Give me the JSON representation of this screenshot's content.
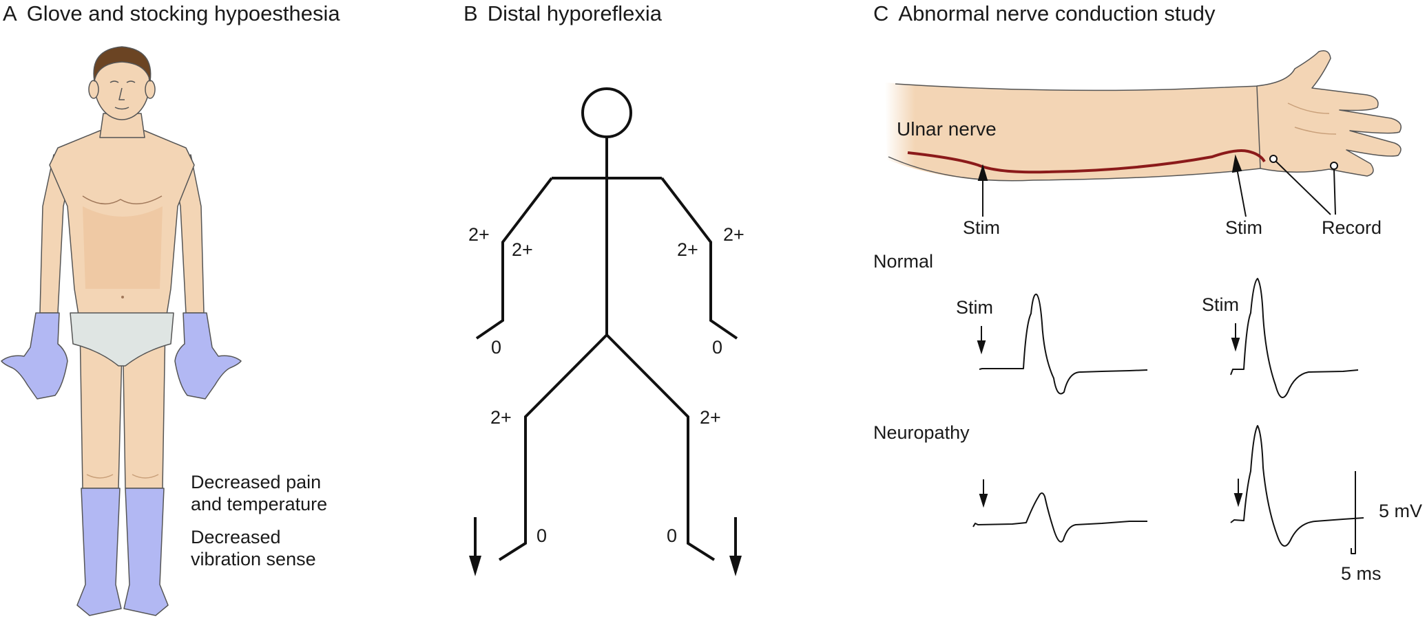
{
  "panels": {
    "a": {
      "letter": "A",
      "title": "Glove and stocking hypoesthesia",
      "caption_pain": "Decreased pain\nand temperature",
      "caption_vibration": "Decreased\nvibration sense"
    },
    "b": {
      "letter": "B",
      "title": "Distal hyporeflexia",
      "grades": {
        "biceps_left": "2+",
        "triceps_left": "2+",
        "triceps_right": "2+",
        "biceps_right": "2+",
        "wrist_left": "0",
        "wrist_right": "0",
        "knee_left": "2+",
        "knee_right": "2+",
        "ankle_left": "0",
        "ankle_right": "0"
      }
    },
    "c": {
      "letter": "C",
      "title": "Abnormal nerve conduction study",
      "nerve_label": "Ulnar nerve",
      "stim_label": "Stim",
      "record_label": "Record",
      "normal_label": "Normal",
      "neuropathy_label": "Neuropathy",
      "scale_voltage": "5 mV",
      "scale_time": "5 ms"
    }
  },
  "colors": {
    "skin": "#f3d5b5",
    "skin_shadow": "#e8b98f",
    "hypoesthesia": "#b2b8f3",
    "hair": "#6b4423",
    "nerve": "#8b1a1a",
    "underwear": "#dfe5e3",
    "line": "#111111"
  },
  "icons": {
    "body": "human-figure-icon",
    "stick": "stick-figure-icon",
    "arm": "arm-icon",
    "arrow": "arrow-down-icon"
  }
}
